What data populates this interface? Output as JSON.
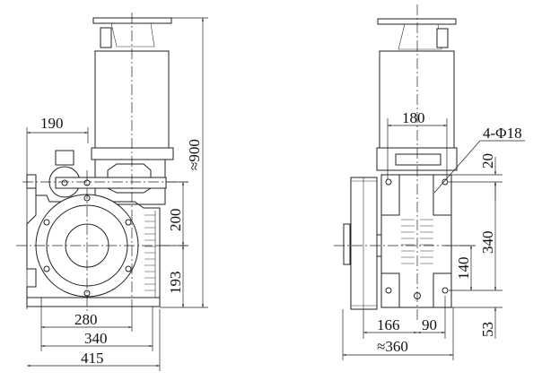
{
  "front_view": {
    "dimensions": {
      "d190": "190",
      "d900": "≈900",
      "d200": "200",
      "d193": "193",
      "d280": "280",
      "d340": "340",
      "d415": "415"
    }
  },
  "side_view": {
    "dimensions": {
      "d180": "180",
      "holes": "4-Φ18",
      "d20": "20",
      "d340": "340",
      "d140": "140",
      "d53": "53",
      "d166": "166",
      "d90": "90",
      "d360": "≈360"
    }
  }
}
